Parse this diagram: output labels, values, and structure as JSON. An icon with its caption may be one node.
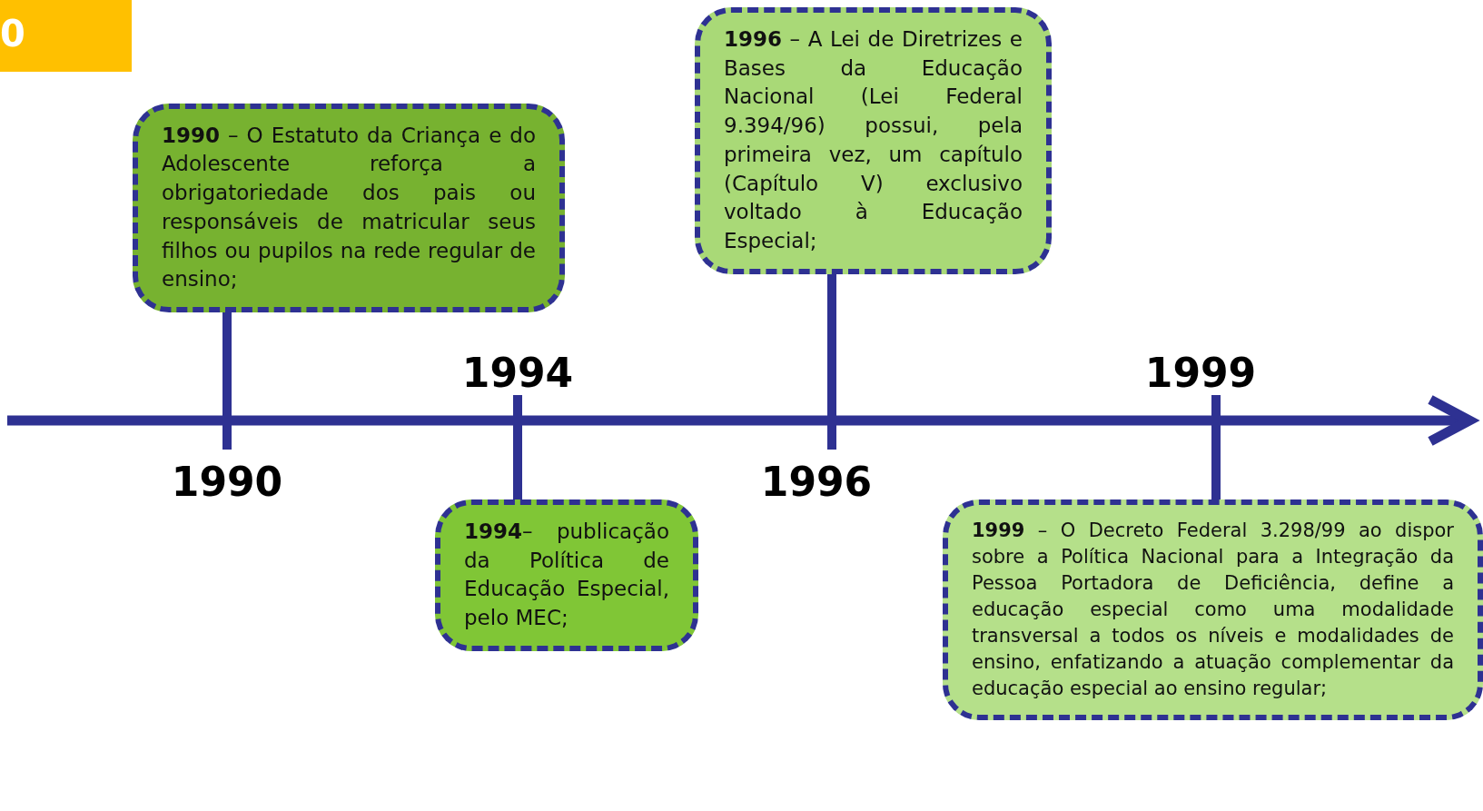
{
  "diagram": {
    "nodes": [
      {
        "text": [
          "**1990** – O Estatuto da Criança e do Adolescente reforça a obrigatoriedade dos pais ou responsáveis de matricular seus filhos ou pupilos na rede regular de ensino;"
        ]
      },
      {
        "text": [
          "**1994**– publicação da Política de Educação Especial, pelo MEC;"
        ]
      },
      {
        "text": [
          "**1996** – A Lei de Diretrizes e Bases da Educação Nacional (Lei Federal 9.394/96) possui, pela primeira vez, um capítulo (Capítulo V) exclusivo voltado à Educação Especial;"
        ]
      },
      {
        "text": [
          "**1999** – O Decreto Federal 3.298/99 ao dispor sobre a Política Nacional para a Integração da Pessoa Portadora de Deficiência, define a educação especial como uma modalidade transversal a todos os níveis e modalidades de ensino, enfatizando a atuação complementar da educação especial ao ensino regular;"
        ]
      },
      {
        "text": [
          "1994"
        ]
      },
      {
        "text": [
          "1999"
        ]
      },
      {
        "text": [
          "1990"
        ]
      },
      {
        "text": [
          "1996"
        ]
      }
    ],
    "edges": [
      {
        "from": 0,
        "to": 6,
        "arrow": "none"
      },
      {
        "from": 1,
        "to": 4,
        "arrow": "none"
      },
      {
        "from": 2,
        "to": 7,
        "arrow": "none"
      },
      {
        "from": 3,
        "to": 5,
        "arrow": "none"
      }
    ],
    "labels": [
      "0"
    ]
  }
}
